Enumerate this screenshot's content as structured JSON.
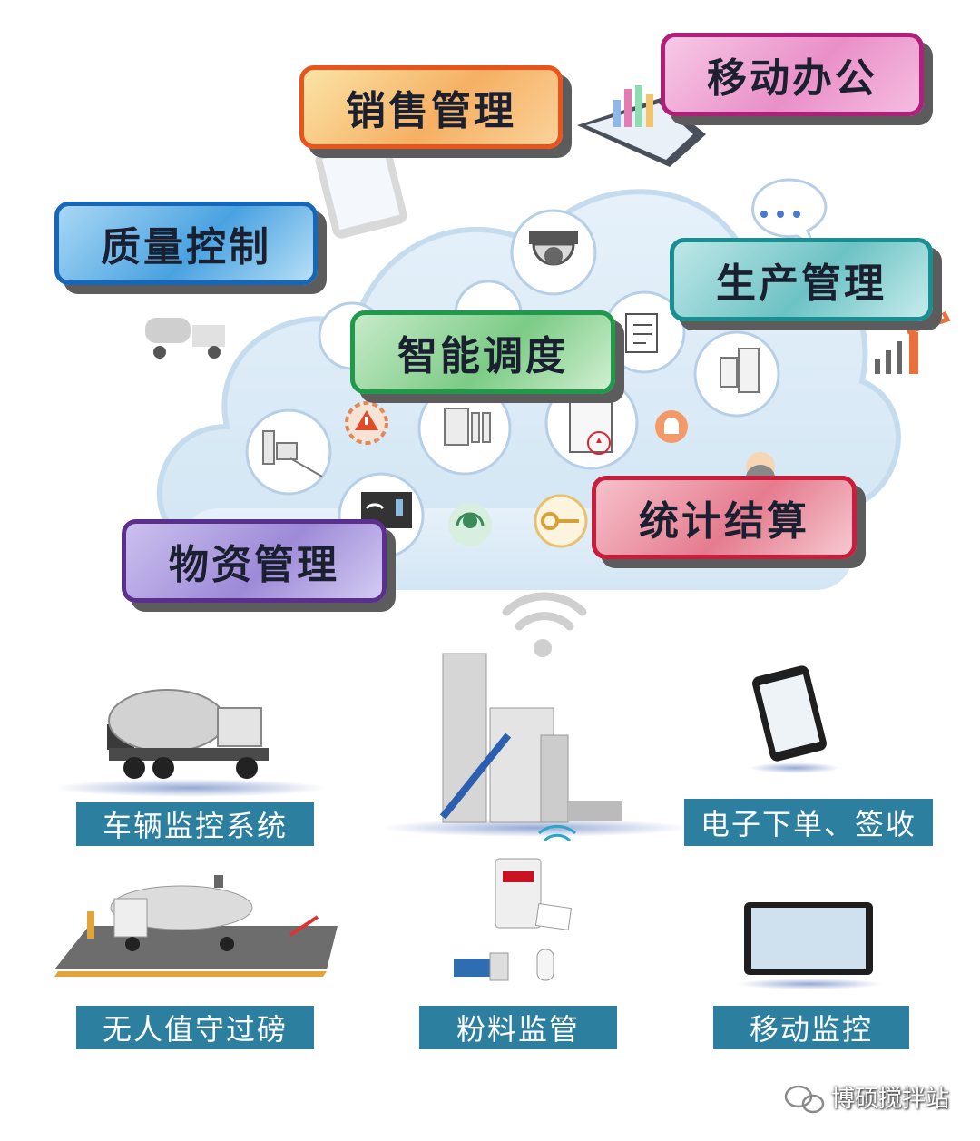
{
  "cloud_modules": {
    "sales": "销售管理",
    "mobile_office": "移动办公",
    "quality": "质量控制",
    "production": "生产管理",
    "dispatch": "智能调度",
    "settlement": "统计结算",
    "materials": "物资管理"
  },
  "bottom_modules": {
    "vehicle": "车辆监控系统",
    "order": "电子下单、签收",
    "weighbridge": "无人值守过磅",
    "powder": "粉料监管",
    "mobile_monitor": "移动监控"
  },
  "watermark": {
    "text": "博硕搅拌站",
    "icon": "wechat-icon"
  },
  "colors": {
    "label_bg": "#2d7fa0",
    "cloud": "#dcecf7",
    "sales": "#e8541c",
    "mobile_office": "#b0207a",
    "quality": "#1766b8",
    "production": "#1a8f92",
    "dispatch": "#1f9a4a",
    "settlement": "#c81e3c",
    "materials": "#5b2f8e"
  }
}
